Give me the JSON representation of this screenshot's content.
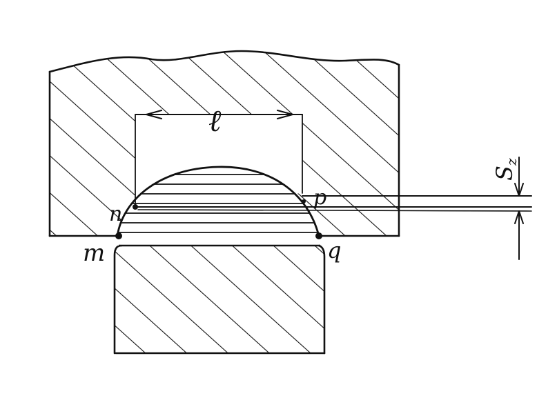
{
  "labels": {
    "width": "ℓ",
    "point_n": "n",
    "point_p": "p",
    "point_m": "m",
    "point_q": "q",
    "feed_symbol": "S",
    "feed_subscript": "z"
  },
  "colors": {
    "ink": "#111111",
    "paper": "#ffffff"
  }
}
